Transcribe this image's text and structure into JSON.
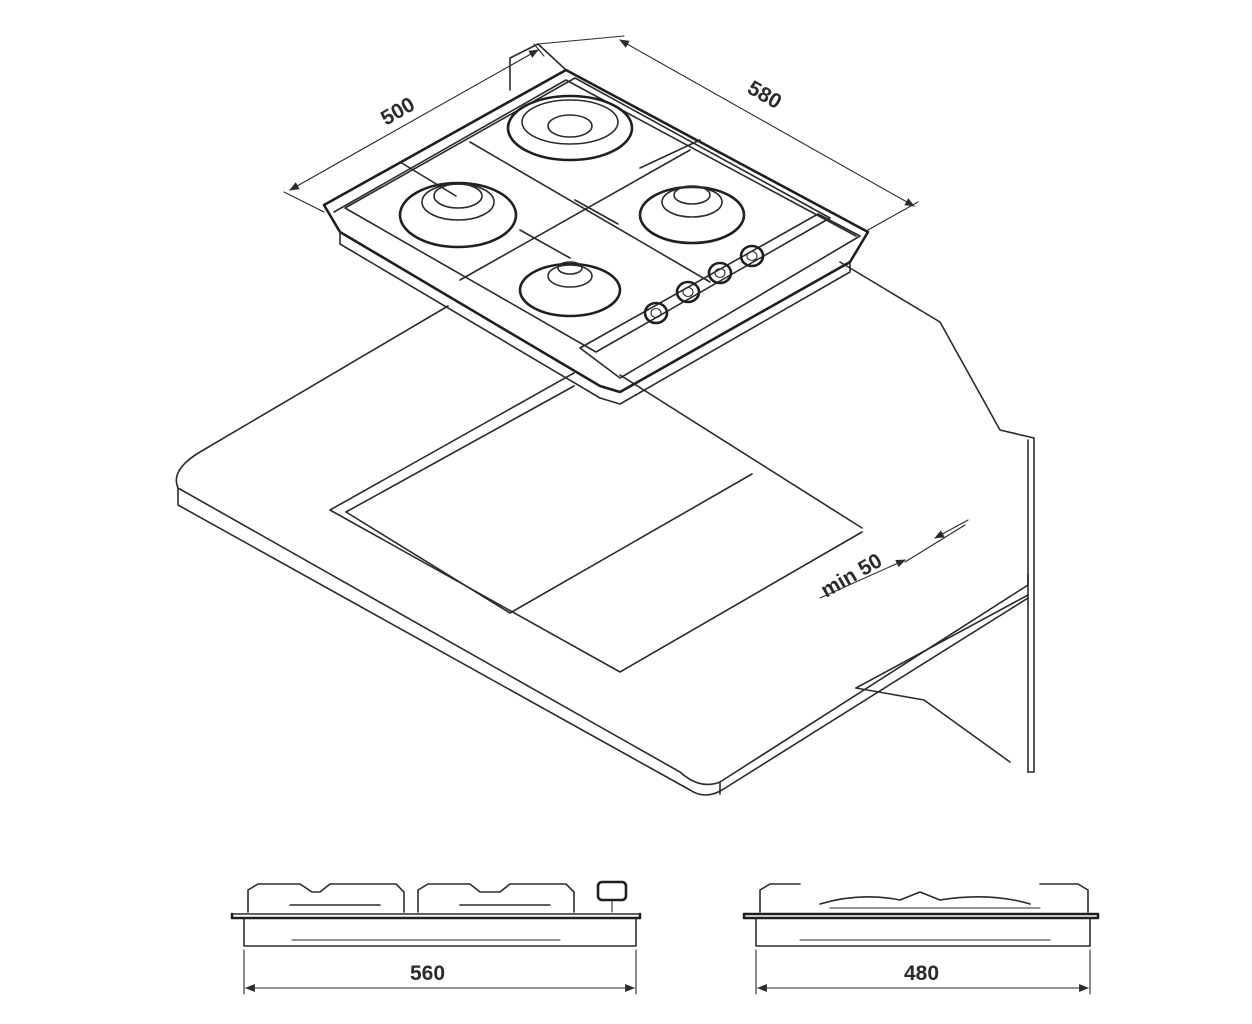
{
  "dimensions": {
    "depth": "500",
    "width": "580",
    "clearance": "min 50",
    "front_width": "560",
    "side_depth": "480"
  },
  "colors": {
    "line": "#2b2b2b",
    "background": "#ffffff"
  }
}
